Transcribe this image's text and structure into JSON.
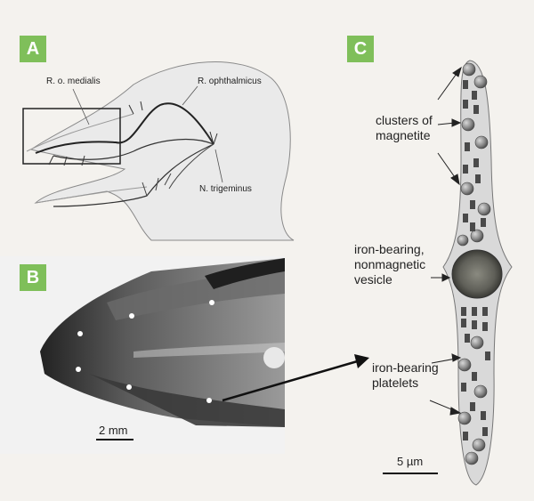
{
  "panels": {
    "a": {
      "letter": "A"
    },
    "b": {
      "letter": "B"
    },
    "c": {
      "letter": "C"
    }
  },
  "labels": {
    "ro_medialis": "R. o. medialis",
    "r_ophthalmicus": "R. ophthalmicus",
    "n_trigeminus": "N. trigeminus",
    "clusters_line1": "clusters of",
    "clusters_line2": "magnetite",
    "vesicle_line1": "iron-bearing,",
    "vesicle_line2": "nonmagnetic",
    "vesicle_line3": "vesicle",
    "platelets_line1": "iron-bearing",
    "platelets_line2": "platelets"
  },
  "scale_bars": {
    "photo": "2 mm",
    "cell": "5 µm"
  },
  "colors": {
    "badge": "#7fbf5a",
    "line": "#222222"
  }
}
